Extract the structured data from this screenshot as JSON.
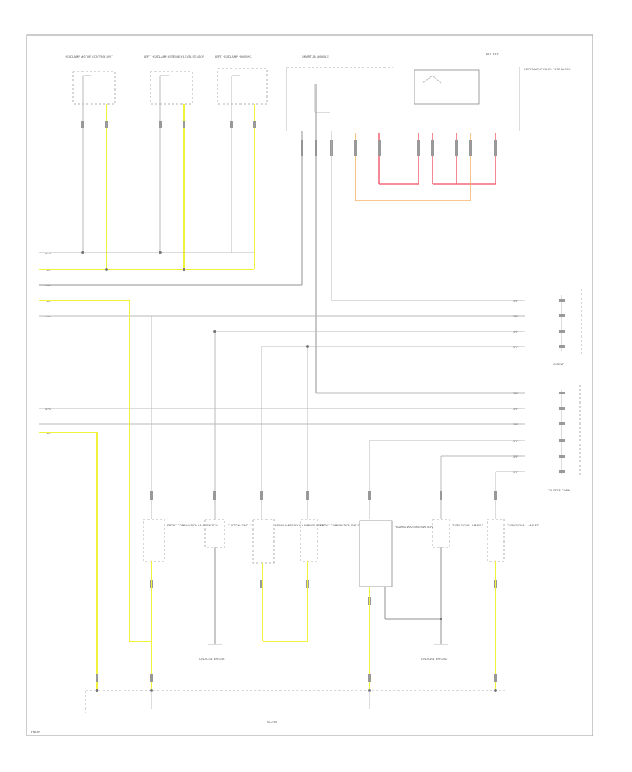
{
  "diagram": {
    "frame_id_label": "Figure",
    "bottom_ground_label": "G/CENT",
    "right_connector_top_label": "C/CENT",
    "right_connector_bottom_label": "CLUSTER CONN",
    "top_components": [
      "HEADLAMP MOTOR CONTROL UNIT",
      "LEFT HEADLAMP ASSEMBLY LEVEL SENSOR",
      "LEFT HEADLAMP HOUSING"
    ],
    "top_center_label": "SMART JB MODULE",
    "top_right_labels": [
      "BATTERY",
      "INSTRUMENT PANEL FUSE BLOCK"
    ],
    "bottom_components": [
      "FRONT COMBINATION LAMP SWITCH",
      "CLUTCH LIGHT LT",
      "HEADLAMP SPECIAL DIMMER RELAY",
      "FRONT COMBINATION SWITCH RELAY",
      "HAZARD WARNING SWITCH",
      "TURN SIGNAL LAMP LT",
      "TURN SIGNAL LAMP RT"
    ],
    "mid_ground_labels": [
      "GND CENTER G401",
      "GND CENTER G402"
    ],
    "left_wire_tags": [
      "WHT",
      "YEL",
      "WHT",
      "YEL",
      "WHT",
      "WHT",
      "YEL"
    ],
    "right_wire_tags": [
      "GRY",
      "GRY",
      "GRY",
      "GRY",
      "GRY",
      "GRY",
      "GRY",
      "GRY",
      "GRY",
      "GRY"
    ],
    "colors": {
      "power_wire": "#f2f23a",
      "hot_wire": "#f26a7a",
      "feed_wire": "#f7b46a",
      "signal_wire": "#b8b8b8"
    }
  }
}
